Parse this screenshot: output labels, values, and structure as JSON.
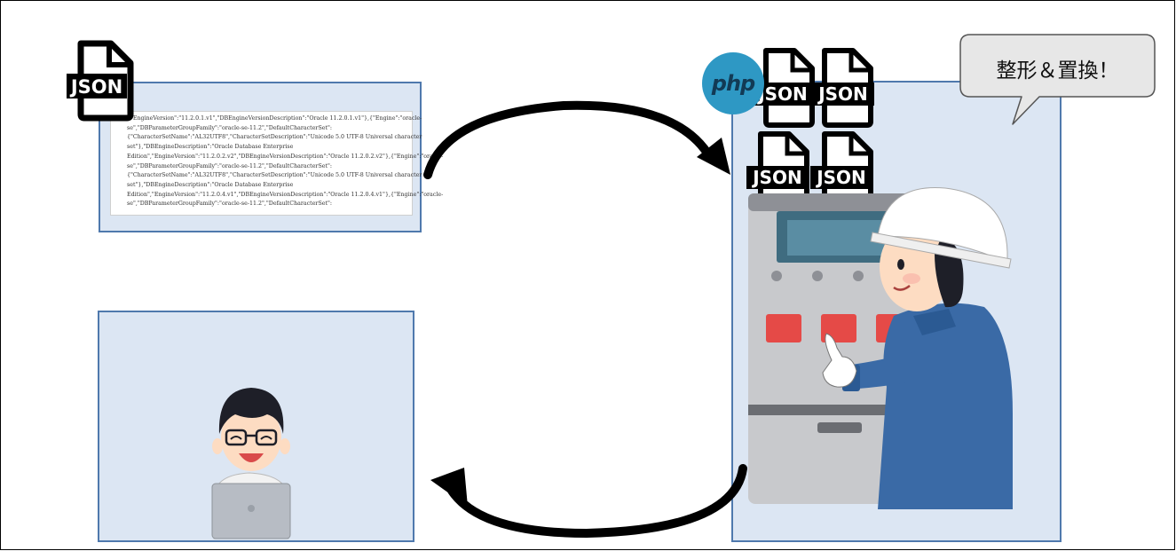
{
  "json_file_icon": {
    "label": "JSON"
  },
  "php_logo": {
    "text": "php"
  },
  "stacked_json_icons": [
    "JSON",
    "JSON",
    "JSON",
    "JSON"
  ],
  "speech_bubble": {
    "text": "整形＆置換！"
  },
  "json_preview_lines": [
    "{\"EngineVersion\":\"11.2.0.1.v1\",\"DBEngineVersionDescription\":\"Oracle 11.2.0.1.v1\"},{\"Engine\":\"oracle-",
    "se\",\"DBParameterGroupFamily\":\"oracle-se-11.2\",\"DefaultCharacterSet\":",
    "{\"CharacterSetName\":\"AL32UTF8\",\"CharacterSetDescription\":\"Unicode 5.0 UTF-8 Universal character",
    "set\"},\"DBEngineDescription\":\"Oracle Database Enterprise",
    "Edition\",\"EngineVersion\":\"11.2.0.2.v2\",\"DBEngineVersionDescription\":\"Oracle 11.2.0.2.v2\"},{\"Engine\":\"oracle-",
    "se\",\"DBParameterGroupFamily\":\"oracle-se-11.2\",\"DefaultCharacterSet\":",
    "{\"CharacterSetName\":\"AL32UTF8\",\"CharacterSetDescription\":\"Unicode 5.0 UTF-8 Universal character",
    "set\"},\"DBEngineDescription\":\"Oracle Database Enterprise",
    "Edition\",\"EngineVersion\":\"11.2.0.4.v1\",\"DBEngineVersionDescription\":\"Oracle 11.2.0.4.v1\"},{\"Engine\":\"oracle-",
    "se\",\"DBParameterGroupFamily\":\"oracle-se-11.2\",\"DefaultCharacterSet\":"
  ],
  "colors": {
    "panel_fill": "#dce6f3",
    "panel_border": "#4f79ad",
    "arrow": "#000000",
    "php_logo": "#2e98c4",
    "bubble_fill": "#e7e7e7"
  },
  "icons": [
    "json-file-icon",
    "php-logo",
    "worker-illustration",
    "happy-user-laptop-illustration",
    "curved-arrow-icon"
  ]
}
